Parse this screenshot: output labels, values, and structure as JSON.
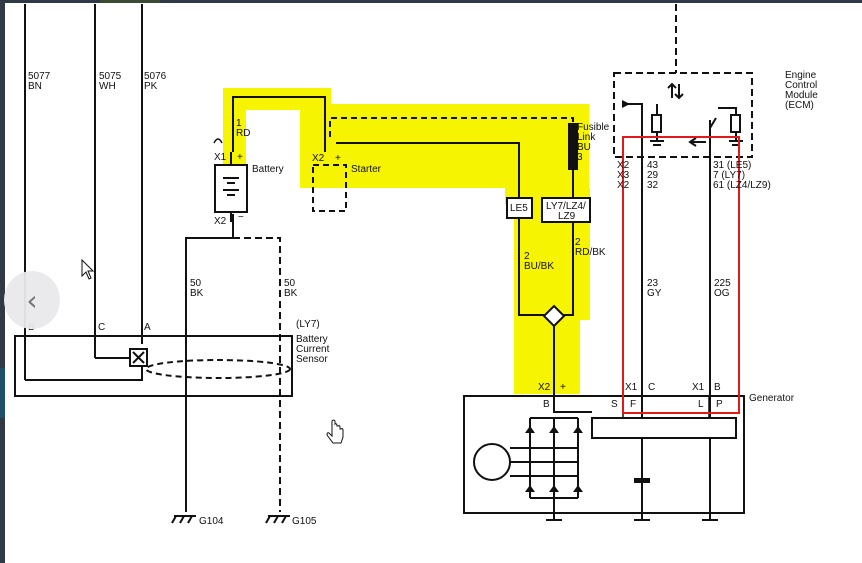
{
  "navigation": {
    "prev_icon": "chevron-left-icon",
    "prev_glyph": "‹"
  },
  "colors": {
    "highlight": "#f7f400",
    "wire": "#111111",
    "selection": "#e0191b",
    "edge_dark": "#2f3a44"
  },
  "top_wires": [
    {
      "circuit": "5077",
      "color": "BN"
    },
    {
      "circuit": "5075",
      "color": "WH"
    },
    {
      "circuit": "5076",
      "color": "PK"
    }
  ],
  "battery": {
    "label": "Battery",
    "wire_top": {
      "gauge": "1",
      "color": "RD"
    },
    "pos_connector": "X1",
    "pos_sign": "+",
    "neg_connector": "X2",
    "neg_sign": "−"
  },
  "starter": {
    "label": "Starter",
    "connector": "X2",
    "sign": "+"
  },
  "fuses": {
    "le5": "LE5",
    "other_line1": "LY7/LZ4/",
    "other_line2": "LZ9"
  },
  "fusible_link": {
    "line1": "Fusible",
    "line2": "Link",
    "line3": "BU",
    "line4": "3"
  },
  "ecm": {
    "line1": "Engine",
    "line2": "Control",
    "line3": "Module",
    "line4": "(ECM)"
  },
  "ecm_pins": [
    {
      "connector": "X2",
      "pin": "43",
      "pin2": "31 (LE5)"
    },
    {
      "connector": "X3",
      "pin": "29",
      "pin2": "7 (LY7)"
    },
    {
      "connector": "X2",
      "pin": "32",
      "pin2": "61 (LZ4/LZ9)"
    }
  ],
  "wires": {
    "bu_bk": {
      "gauge": "2",
      "color": "BU/BK"
    },
    "rd_bk": {
      "gauge": "2",
      "color": "RD/BK"
    },
    "gy": {
      "gauge": "23",
      "color": "GY"
    },
    "og": {
      "gauge": "225",
      "color": "OG"
    },
    "bk_left": {
      "gauge": "50",
      "color": "BK"
    },
    "bk_right": {
      "gauge": "50",
      "color": "BK"
    }
  },
  "sensor": {
    "variant": "(LY7)",
    "line1": "Battery",
    "line2": "Current",
    "line3": "Sensor",
    "pin_b": "B",
    "pin_c": "C",
    "pin_a": "A"
  },
  "generator": {
    "label": "Generator",
    "x2": "X2",
    "x2_sign": "+",
    "x1_c": "X1",
    "pin_c": "C",
    "x1_b": "X1",
    "pin_b": "B",
    "terminal_b": "B",
    "terminal_s": "S",
    "terminal_f": "F",
    "terminal_l": "L",
    "terminal_p": "P"
  },
  "grounds": {
    "g104": "G104",
    "g105": "G105"
  }
}
